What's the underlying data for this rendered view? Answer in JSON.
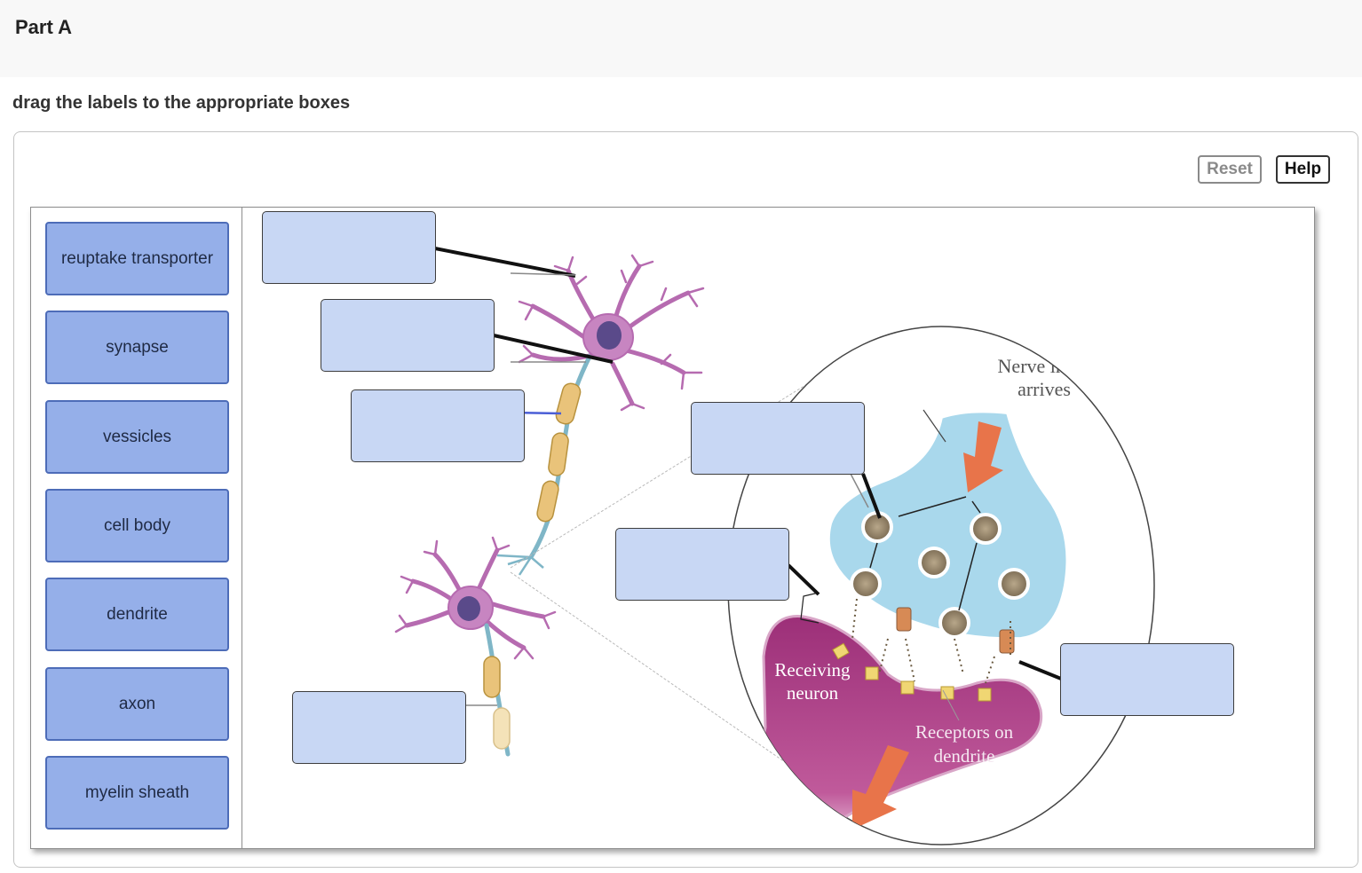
{
  "header": {
    "title": "Part A"
  },
  "instructions": "drag the labels to the appropriate boxes",
  "toolbar": {
    "reset_label": "Reset",
    "help_label": "Help"
  },
  "labels": [
    "reuptake transporter",
    "synapse",
    "vessicles",
    "cell body",
    "dendrite",
    "axon",
    "myelin sheath"
  ],
  "diagram": {
    "nerve_impulse_line1": "Nerve impulse",
    "nerve_impulse_line2": "arrives",
    "receiving_line1": "Receiving",
    "receiving_line2": "neuron",
    "receptors_line1": "Receptors on",
    "receptors_line2": "dendrite"
  },
  "colors": {
    "label_fill": "#95afe9",
    "dropbox_fill": "#c8d7f4",
    "neuron": "#b36fb0",
    "terminal": "#a9d8ec",
    "receiving": "#a8367f",
    "arrow": "#e8744a"
  }
}
